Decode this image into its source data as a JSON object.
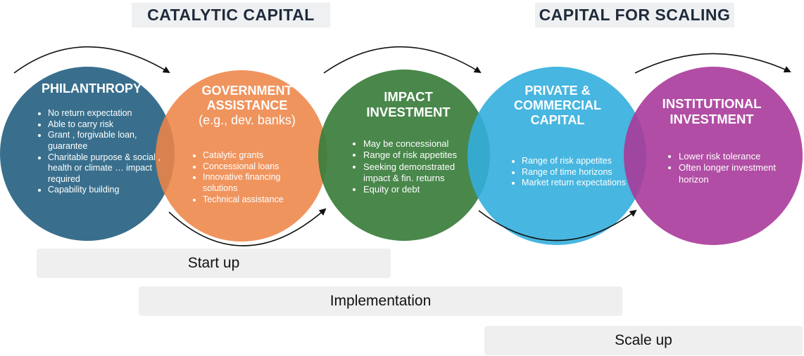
{
  "headers": {
    "catalytic": "CATALYTIC CAPITAL",
    "scaling": "CAPITAL FOR SCALING"
  },
  "circles": [
    {
      "title": "PHILANTHROPY",
      "subtitle": "",
      "items": [
        "No return expectation",
        "Able to carry risk",
        "Grant , forgivable loan, guarantee",
        "Charitable purpose & social , health or climate … impact  required",
        "Capability building"
      ]
    },
    {
      "title": "GOVERNMENT ASSISTANCE",
      "subtitle": "(e.g., dev. banks)",
      "items": [
        "Catalytic grants",
        "Concessional loans",
        "Innovative financing solutions",
        "Technical assistance"
      ]
    },
    {
      "title": "IMPACT INVESTMENT",
      "subtitle": "",
      "items": [
        "May be concessional",
        "Range of risk appetites",
        "Seeking demonstrated impact  & fin. returns",
        "Equity or debt"
      ]
    },
    {
      "title": "PRIVATE & COMMERCIAL CAPITAL",
      "subtitle": "",
      "items": [
        "Range of risk appetites",
        "Range of time horizons",
        "Market return expectations"
      ]
    },
    {
      "title": "INSTITUTIONAL INVESTMENT",
      "subtitle": "",
      "items": [
        "Lower risk tolerance",
        "Often longer investment horizon"
      ]
    }
  ],
  "stages": {
    "startup": "Start up",
    "implementation": "Implementation",
    "scaleup": "Scale up"
  },
  "colors": {
    "philanthropy": "#2e6787",
    "government": "#ee8548",
    "impact": "#3a7d3c",
    "private": "#33aedd",
    "institutional": "#a93a9a",
    "header_bg": "#eef0f2",
    "header_text": "#1f2a3a",
    "stage_bg": "#efefef"
  }
}
